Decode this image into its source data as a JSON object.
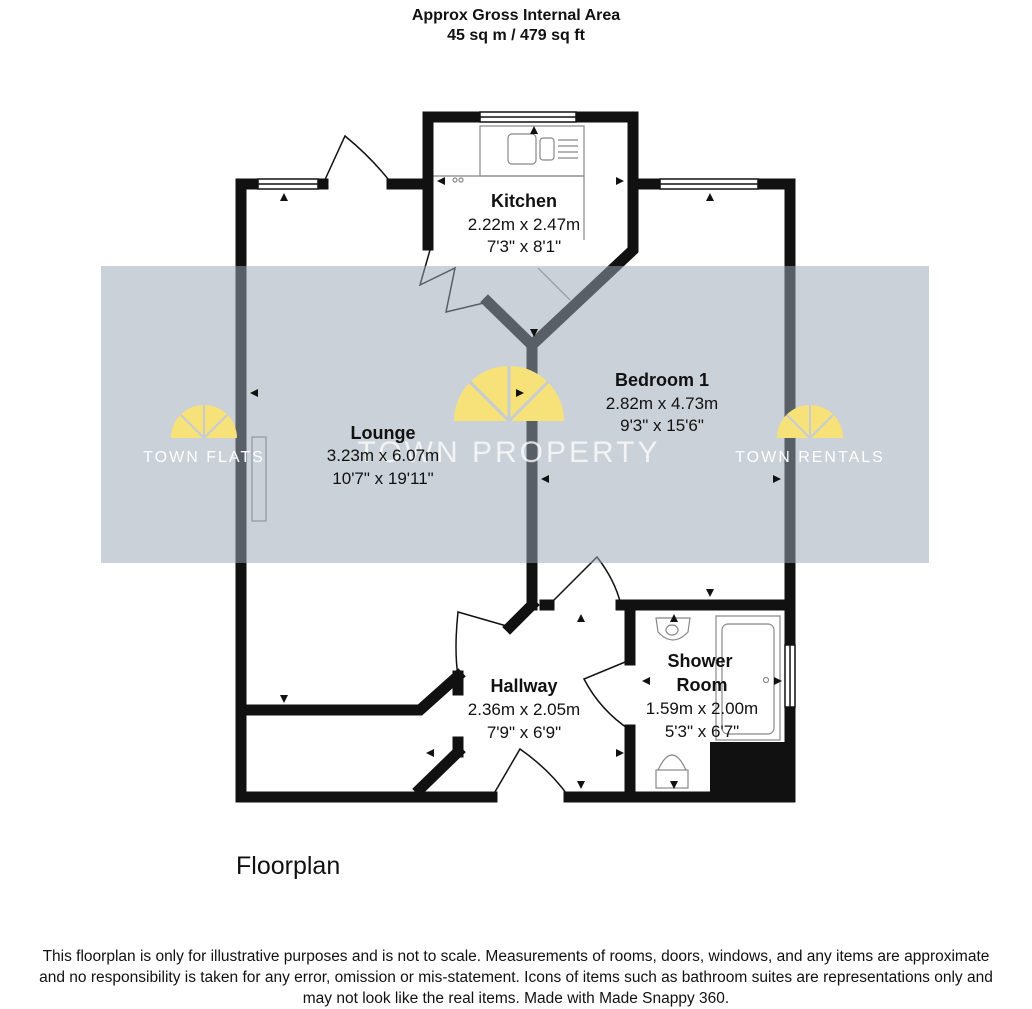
{
  "header": {
    "line1": "Approx Gross Internal Area",
    "line2": "45 sq m / 479 sq ft"
  },
  "rooms": {
    "kitchen": {
      "name": "Kitchen",
      "metric": "2.22m x 2.47m",
      "imperial": "7'3\" x 8'1\""
    },
    "lounge": {
      "name": "Lounge",
      "metric": "3.23m x 6.07m",
      "imperial": "10'7\" x 19'11\""
    },
    "bedroom": {
      "name": "Bedroom 1",
      "metric": "2.82m x 4.73m",
      "imperial": "9'3\" x 15'6\""
    },
    "shower": {
      "name1": "Shower",
      "name2": "Room",
      "metric": "1.59m x 2.00m",
      "imperial": "5'3\" x 6'7\""
    },
    "hallway": {
      "name": "Hallway",
      "metric": "2.36m x 2.05m",
      "imperial": "7'9\" x 6'9\""
    }
  },
  "watermark": {
    "left": "TOWN FLATS",
    "center": "TOWN PROPERTY",
    "right": "TOWN RENTALS",
    "band_color": "#9aa6b4",
    "sun_color": "#f7e27a"
  },
  "plan_title": "Floorplan",
  "disclaimer": {
    "line1": "This floorplan is only for illustrative purposes and is not to scale. Measurements of rooms, doors, windows, and any items are approximate",
    "line2": "and no responsibility is taken for any error, omission or mis-statement. Icons of items such as bathroom suites are representations only and",
    "line3": "may not look like the real items. Made with Made Snappy 360."
  }
}
